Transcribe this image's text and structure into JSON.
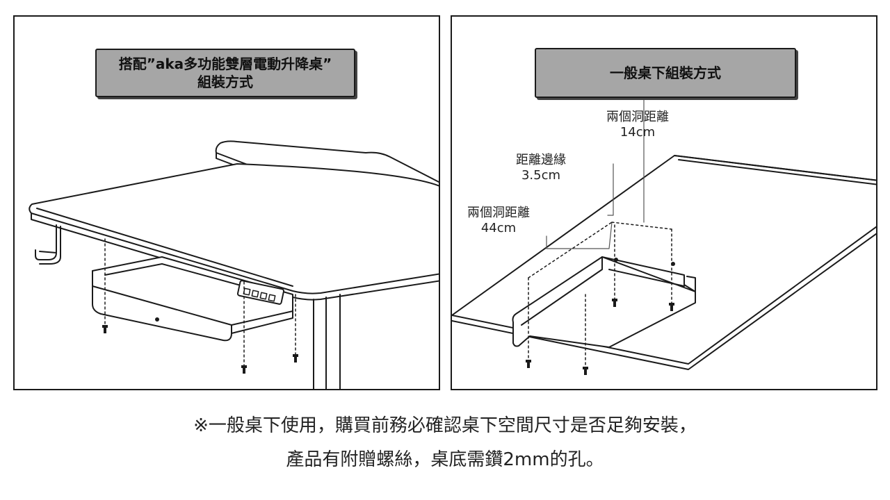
{
  "left_panel": {
    "title_line1": "搭配”aka多功能雙層電動升降桌”",
    "title_line2": "組裝方式"
  },
  "right_panel": {
    "title": "一般桌下組裝方式",
    "labels": [
      {
        "text": "兩個洞距離",
        "value": "14cm"
      },
      {
        "text": "距離邊緣",
        "value": "3.5cm"
      },
      {
        "text": "兩個洞距離",
        "value": "44cm"
      }
    ]
  },
  "caption": {
    "line1": "※一般桌下使用，購買前務必確認桌下空間尺寸是否足夠安裝，",
    "line2": "產品有附贈螺絲，桌底需鑽2mm的孔。"
  }
}
